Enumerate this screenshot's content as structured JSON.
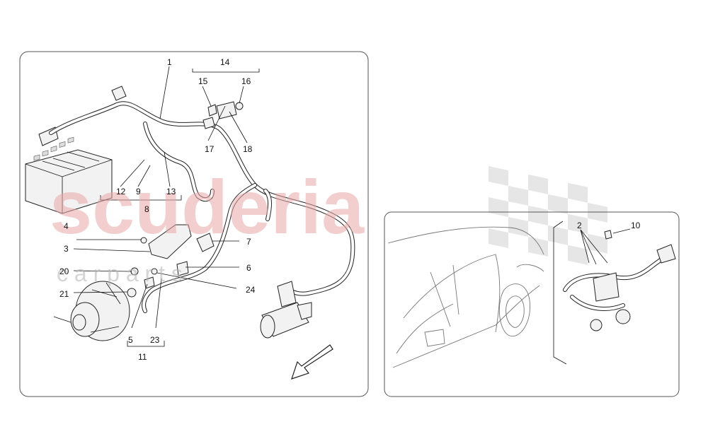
{
  "watermark": {
    "brand": "scuderia",
    "sub": "c a r   p a r t s",
    "brand_color": "#e8a7a7",
    "flag_color": "#c8c8c8"
  },
  "main_panel": {
    "callouts": {
      "c1": "1",
      "c3": "3",
      "c4": "4",
      "c5": "5",
      "c6": "6",
      "c7": "7",
      "c8": "8",
      "c9": "9",
      "c11": "11",
      "c12": "12",
      "c13": "13",
      "c14": "14",
      "c15": "15",
      "c16": "16",
      "c17": "17",
      "c18": "18",
      "c20": "20",
      "c21": "21",
      "c23": "23",
      "c24": "24"
    }
  },
  "detail_panel": {
    "callouts": {
      "c2": "2",
      "c10": "10"
    }
  }
}
